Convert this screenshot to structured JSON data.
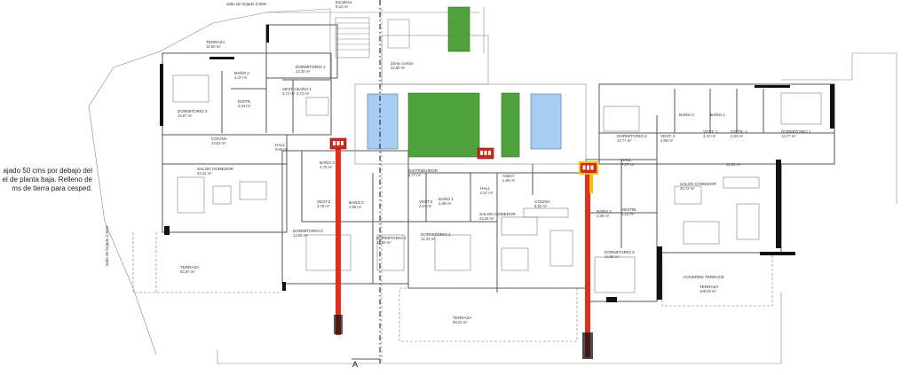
{
  "note": {
    "lines": [
      "ajado 50 cms por debajo del",
      "el de planta baja. Relleno de",
      "ms de tierra para cesped."
    ]
  },
  "labels": {
    "salto_forjado_top": "salto de forjado 2,50m",
    "salto_forjado_left": "salto de forjado 2,50m",
    "escalera": "Escalera",
    "escalera_area": "9,22 m²",
    "terraza_nw": "TERRAZA",
    "terraza_nw_area": "16,60 m²",
    "dormitorio1_w": "DORMITORIO 1",
    "dormitorio1_w_area": "12,20 m²",
    "bano2_w": "BAÑO 2",
    "bano2_w_area": "4,37 m²",
    "vest1_w": "VEST.1",
    "vest1_w_area": "3,72 m²",
    "bano1_w": "BAÑO 1",
    "bano1_w_area": "3,72 m²",
    "distr_w": "DISTR.",
    "distr_w_area": "2,84 m²",
    "dormitorio2_w": "DORMITORIO 2",
    "dormitorio2_w_area": "14,67 m²",
    "zona_comun": "Zona común",
    "zona_comun_area": "32,60 m²",
    "cocina_w": "COCINA",
    "cocina_w_area": "13,53 m²",
    "hall_w": "HALL",
    "hall_w_area": "6,65 m²",
    "salon_w": "SALON COMEDOR",
    "salon_w_area": "34,12 m²",
    "bano3_w": "BAÑO 3",
    "bano3_w_area": "3,76 m²",
    "distribuidor": "DISTRIBUIDOR",
    "distribuidor_area": "5,77 m²",
    "vest2_a": "VEST.2",
    "vest2_a_area": "3,78 m²",
    "bano2_a": "BAÑO 2",
    "bano2_a_area": "3,88 m²",
    "vest2_b": "VEST.2",
    "vest2_b_area": "4,07 m²",
    "bano1_b": "BAÑO 1",
    "bano1_b_area": "4,89 m²",
    "hall_b": "HALL",
    "hall_b_area": "2,67 m²",
    "aseo": "ASEO",
    "aseo_area": "1,89 m²",
    "dorm3_w": "DORMITORIO 3",
    "dorm3_w_area": "13,99 m²",
    "dorm2_c": "DORMITORIO 2",
    "dorm2_c_area": "10,60 m²",
    "dorm1_c": "DORMITORIO 1",
    "dorm1_c_area": "12,24 m²",
    "salon_c": "SALON COMEDOR",
    "salon_c_area": "24,26 m²",
    "cocina_c": "COCINA",
    "cocina_c_area": "9,82 m²",
    "terraza_w": "TERRAZA",
    "terraza_w_area": "82,87 m²",
    "terraza_s": "TERRAZA",
    "terraza_s_area": "69,23 m²",
    "dorm2_e": "DORMITORIO 2",
    "dorm2_e_area": "13,77 m²",
    "vest2_e": "VEST. 2",
    "vest2_e_area": "2,86 m²",
    "bano2_e": "BAÑO 2",
    "bano1_e": "BAÑO 1",
    "vest1_e": "VEST. 1",
    "vest1_e_area": "3,20 m²",
    "distr1_e": "DISTR. 1",
    "distr1_e_area": "2,83 m²",
    "dorm1_e": "DORMITORIO 1",
    "dorm1_e_area": "13,77 m²",
    "hall_e": "HALL",
    "hall_e_area": "7,27 m²",
    "cocina_e_area": "11,82 m²",
    "salon_e": "SALON COMEDOR",
    "salon_e_area": "39,72 m²",
    "bano3_e": "BAÑO 3",
    "bano3_e_area": "3,89 m²",
    "vestib_e": "VESTIB.",
    "vestib_e_area": "6,22 m²",
    "dorm3_e": "DORMITORIO 3",
    "dorm3_e_area": "14,56 m²",
    "covered_terrace": "COVERED TERRACE",
    "terraza_e": "TERRAZA",
    "terraza_e_area": "108,05 m²",
    "section": "A"
  },
  "colors": {
    "wall": "#555555",
    "pool": "#a8cdf2",
    "lawn": "#4ea23a",
    "section_line": "#e0301e",
    "marker_red": "#d6261b",
    "marker_yellow": "#f4c20d"
  }
}
